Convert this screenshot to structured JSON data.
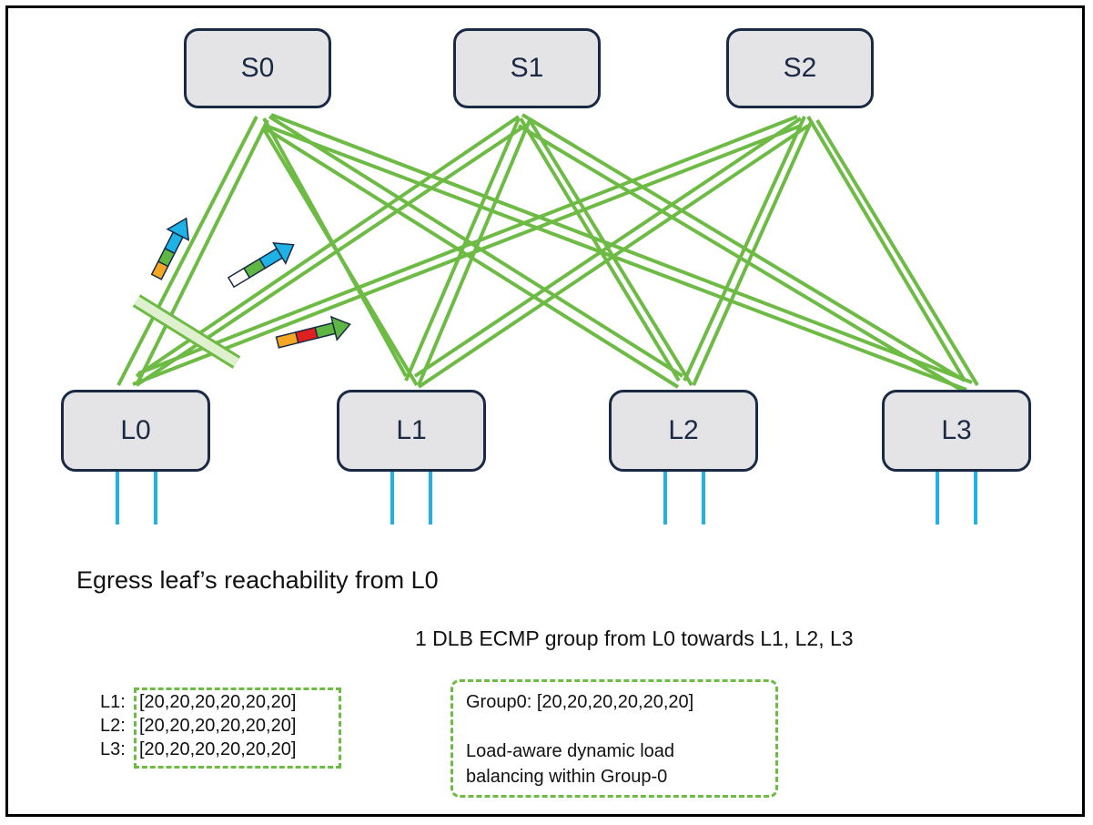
{
  "spines": [
    "S0",
    "S1",
    "S2"
  ],
  "leaves": [
    "L0",
    "L1",
    "L2",
    "L3"
  ],
  "caption": "Egress leaf’s reachability from L0",
  "subcaption": "1 DLB ECMP group from L0 towards L1, L2, L3",
  "reachability": {
    "rows": [
      {
        "label": "L1:",
        "value": "[20,20,20,20,20,20]"
      },
      {
        "label": "L2:",
        "value": "[20,20,20,20,20,20]"
      },
      {
        "label": "L3:",
        "value": "[20,20,20,20,20,20]"
      }
    ]
  },
  "group": {
    "line1": "Group0: [20,20,20,20,20,20]",
    "line2": "Load-aware dynamic load",
    "line3": "balancing within Group-0"
  },
  "colors": {
    "link": "#6dbb45",
    "node_border": "#1b2a44",
    "node_fill": "#e4e4e6",
    "host_link": "#1fb2e6",
    "arrow_blue": "#1fb2e6",
    "arrow_green": "#5fb743",
    "arrow_orange": "#f5a623",
    "arrow_red": "#e02020"
  }
}
